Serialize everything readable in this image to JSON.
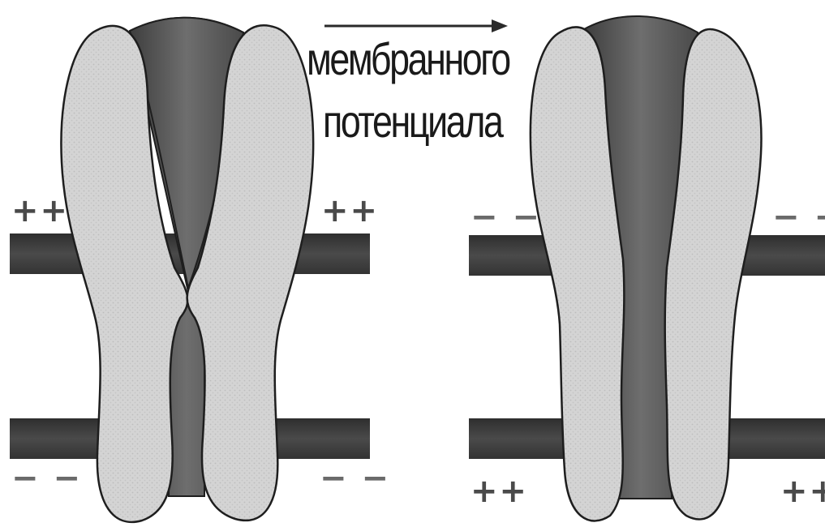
{
  "caption": {
    "line1": "мембранного",
    "line2": "потенциала"
  },
  "left_channel": {
    "state": "closed",
    "top_charges": "++",
    "bottom_charges": "− −"
  },
  "right_channel": {
    "state": "open",
    "top_charges": "− −",
    "bottom_charges": "++"
  },
  "colors": {
    "membrane": "#3a3a3a",
    "subunit": "#d2d2d2",
    "pore": "#555555",
    "outline": "#1e1e1e"
  }
}
